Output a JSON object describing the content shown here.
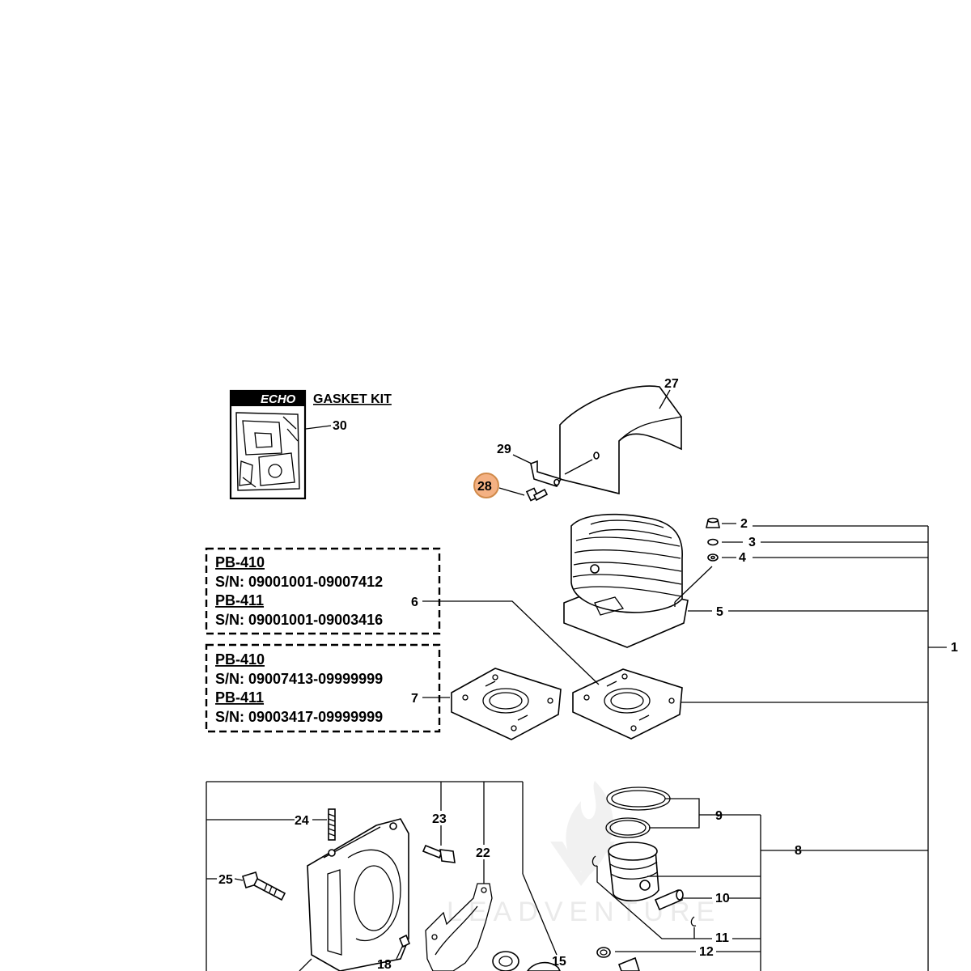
{
  "kit": {
    "brand": "ECHO",
    "title": "GASKET KIT",
    "brand_color": "#000000"
  },
  "highlight": {
    "callout": "28",
    "fill": "#f4b183",
    "stroke": "#d08a4a"
  },
  "callouts": {
    "c1": "1",
    "c2": "2",
    "c3": "3",
    "c4": "4",
    "c5": "5",
    "c6": "6",
    "c7": "7",
    "c8": "8",
    "c9": "9",
    "c10": "10",
    "c11": "11",
    "c12": "12",
    "c15": "15",
    "c18": "18",
    "c22": "22",
    "c23": "23",
    "c24": "24",
    "c25": "25",
    "c27": "27",
    "c29": "29",
    "c30": "30"
  },
  "serial_boxes": [
    {
      "model_a": "PB-410",
      "serial_a": "S/N: 09001001-09007412",
      "model_b": "PB-411",
      "serial_b": "S/N: 09001001-09003416"
    },
    {
      "model_a": "PB-410",
      "serial_a": "S/N: 09007413-09999999",
      "model_b": "PB-411",
      "serial_b": "S/N: 09003417-09999999"
    }
  ],
  "watermark": {
    "text": "LEADVENTURE",
    "flame_icon": "flame-logo-icon"
  }
}
